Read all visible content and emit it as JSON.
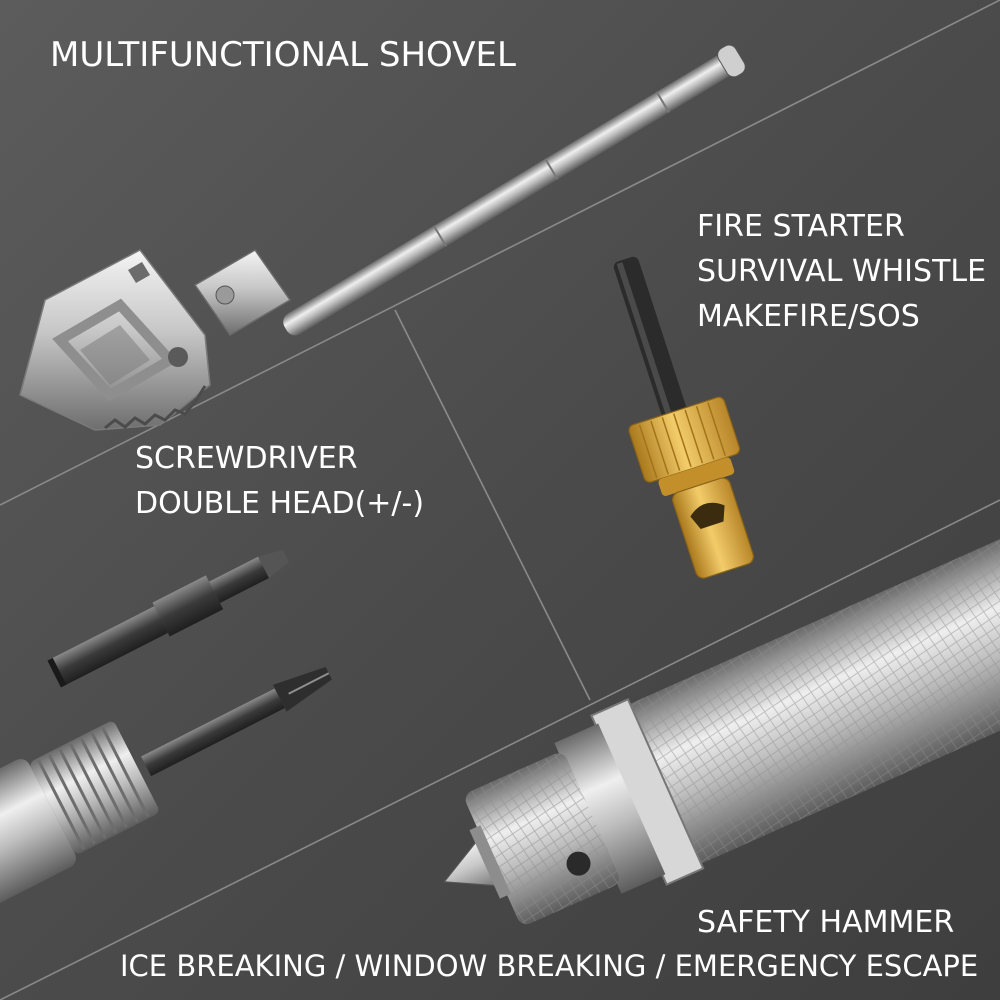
{
  "labels": {
    "shovel": "MULTIFUNCTIONAL SHOVEL",
    "fire_line1": "FIRE STARTER",
    "fire_line2": "SURVIVAL WHISTLE",
    "fire_line3": "MAKEFIRE/SOS",
    "screw_line1": "SCREWDRIVER",
    "screw_line2": "DOUBLE HEAD(+/-)",
    "hammer_line1": "SAFETY HAMMER",
    "hammer_line2": "ICE BREAKING / WINDOW BREAKING / EMERGENCY ESCAPE"
  },
  "colors": {
    "background_light": "#5a5a5a",
    "background_dark": "#3c3c3c",
    "divider": "#8a8a8a",
    "steel_light": "#e8e8e8",
    "steel_mid": "#a9a9a9",
    "steel_dark": "#5f5f5f",
    "brass": "#d9a53a",
    "flint": "#2e2e2e",
    "text": "#ffffff"
  },
  "illustrations": {
    "shovel": "folding-shovel-icon",
    "fire_starter": "fire-starter-whistle-icon",
    "screwdriver": "screwdriver-bits-icon",
    "hammer": "safety-hammer-icon"
  }
}
